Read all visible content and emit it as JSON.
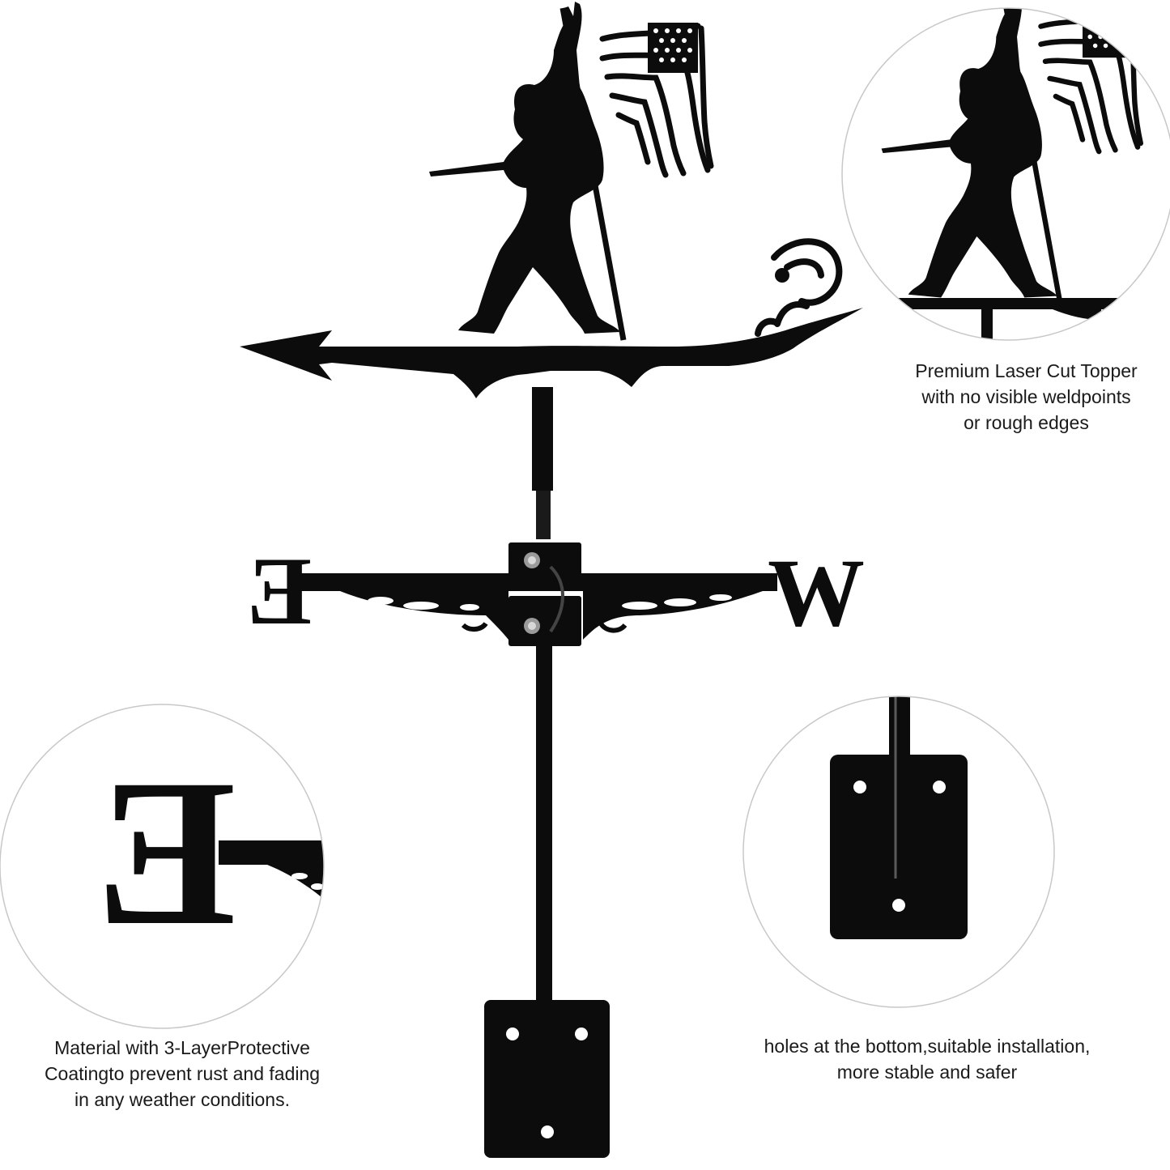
{
  "colors": {
    "metal": "#0c0c0c",
    "background": "#ffffff",
    "circle_border": "#c8c8c8",
    "screw": "#9a9a9a"
  },
  "main_product": {
    "compass_letters": {
      "left": "E",
      "right": "W"
    }
  },
  "detail_topper": {
    "caption_lines": [
      "Premium Laser Cut Topper",
      "with no visible weldpoints",
      "or rough edges"
    ]
  },
  "detail_letter": {
    "letter": "E",
    "caption_lines": [
      "Material with 3-LayerProtective",
      "Coatingto prevent rust and fading",
      "in any weather conditions."
    ]
  },
  "detail_plate": {
    "caption_lines": [
      "holes at the bottom,suitable installation,",
      "more stable and safer"
    ]
  },
  "icons": [
    "bigfoot-silhouette",
    "american-flag",
    "arrow-pointer",
    "wave-tail",
    "screw",
    "mounting-plate"
  ]
}
